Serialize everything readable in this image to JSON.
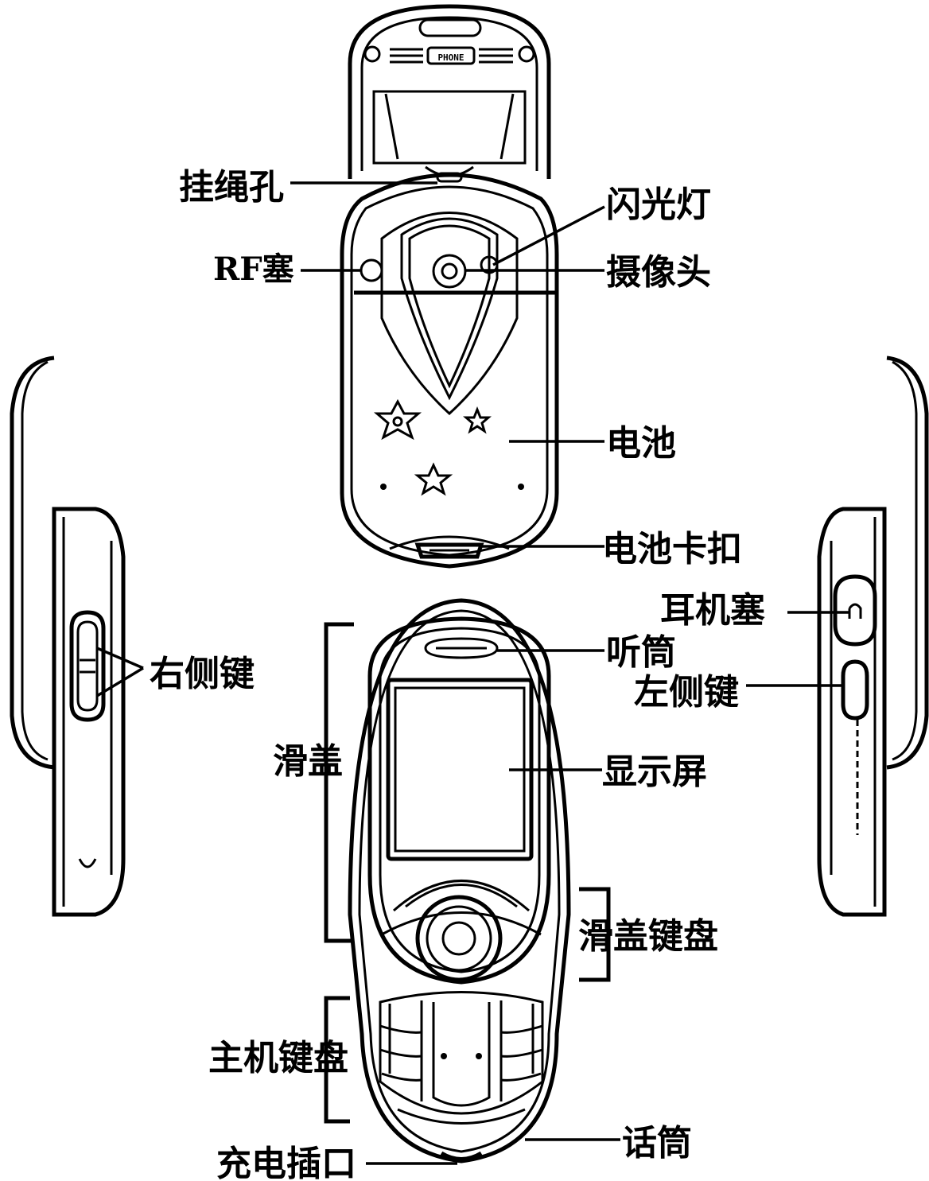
{
  "labels": {
    "lanyard_hole": "挂绳孔",
    "flash": "闪光灯",
    "rf_plug": "RF塞",
    "camera": "摄像头",
    "battery": "电池",
    "battery_latch": "电池卡扣",
    "earphone_plug": "耳机塞",
    "right_side_key": "右侧键",
    "receiver": "听筒",
    "left_side_key": "左侧键",
    "slide_cover": "滑盖",
    "display": "显示屏",
    "slide_keypad": "滑盖键盘",
    "main_keypad": "主机键盘",
    "charging_port": "充电插口",
    "microphone": "话筒"
  },
  "device_logo_text": "PHONE"
}
